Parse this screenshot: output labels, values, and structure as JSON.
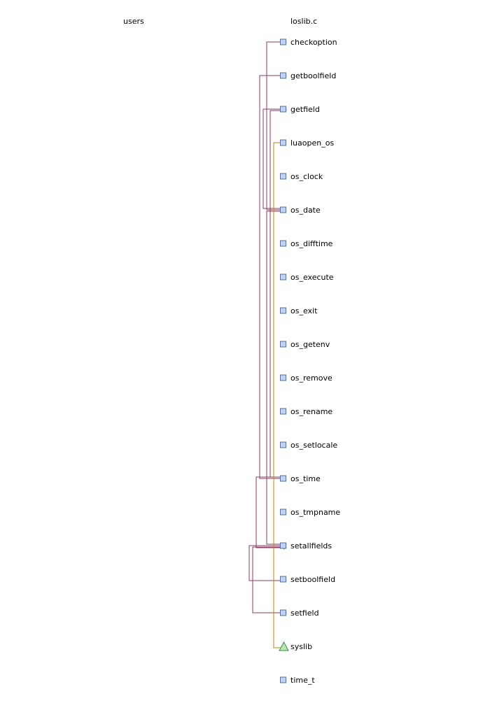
{
  "columns": {
    "users": "users",
    "file": "loslib.c"
  },
  "colors": {
    "call_edge": "#8b3a62",
    "ref_edge": "#b8860b",
    "function_fill": "#c4d2ee",
    "function_stroke": "#5570aa",
    "variable_fill": "#b5e6b5",
    "variable_stroke": "#3e8e3e"
  },
  "nodes": [
    {
      "id": "checkoption",
      "label": "checkoption",
      "kind": "function",
      "icon": "function-square-icon"
    },
    {
      "id": "getboolfield",
      "label": "getboolfield",
      "kind": "function",
      "icon": "function-square-icon"
    },
    {
      "id": "getfield",
      "label": "getfield",
      "kind": "function",
      "icon": "function-square-icon"
    },
    {
      "id": "luaopen_os",
      "label": "luaopen_os",
      "kind": "function",
      "icon": "function-square-icon"
    },
    {
      "id": "os_clock",
      "label": "os_clock",
      "kind": "function",
      "icon": "function-square-icon"
    },
    {
      "id": "os_date",
      "label": "os_date",
      "kind": "function",
      "icon": "function-square-icon"
    },
    {
      "id": "os_difftime",
      "label": "os_difftime",
      "kind": "function",
      "icon": "function-square-icon"
    },
    {
      "id": "os_execute",
      "label": "os_execute",
      "kind": "function",
      "icon": "function-square-icon"
    },
    {
      "id": "os_exit",
      "label": "os_exit",
      "kind": "function",
      "icon": "function-square-icon"
    },
    {
      "id": "os_getenv",
      "label": "os_getenv",
      "kind": "function",
      "icon": "function-square-icon"
    },
    {
      "id": "os_remove",
      "label": "os_remove",
      "kind": "function",
      "icon": "function-square-icon"
    },
    {
      "id": "os_rename",
      "label": "os_rename",
      "kind": "function",
      "icon": "function-square-icon"
    },
    {
      "id": "os_setlocale",
      "label": "os_setlocale",
      "kind": "function",
      "icon": "function-square-icon"
    },
    {
      "id": "os_time",
      "label": "os_time",
      "kind": "function",
      "icon": "function-square-icon"
    },
    {
      "id": "os_tmpname",
      "label": "os_tmpname",
      "kind": "function",
      "icon": "function-square-icon"
    },
    {
      "id": "setallfields",
      "label": "setallfields",
      "kind": "function",
      "icon": "function-square-icon"
    },
    {
      "id": "setboolfield",
      "label": "setboolfield",
      "kind": "function",
      "icon": "function-square-icon"
    },
    {
      "id": "setfield",
      "label": "setfield",
      "kind": "function",
      "icon": "function-square-icon"
    },
    {
      "id": "syslib",
      "label": "syslib",
      "kind": "variable",
      "icon": "variable-triangle-icon"
    },
    {
      "id": "time_t",
      "label": "time_t",
      "kind": "function",
      "icon": "function-square-icon"
    }
  ],
  "edges": [
    {
      "from": "os_date",
      "to": "checkoption",
      "type": "call"
    },
    {
      "from": "os_time",
      "to": "getboolfield",
      "type": "call"
    },
    {
      "from": "os_date",
      "to": "getfield",
      "type": "call"
    },
    {
      "from": "os_time",
      "to": "getfield",
      "type": "call"
    },
    {
      "from": "os_date",
      "to": "setallfields",
      "type": "call"
    },
    {
      "from": "os_time",
      "to": "setallfields",
      "type": "call"
    },
    {
      "from": "setallfields",
      "to": "setboolfield",
      "type": "call"
    },
    {
      "from": "setallfields",
      "to": "setfield",
      "type": "call"
    },
    {
      "from": "luaopen_os",
      "to": "syslib",
      "type": "ref"
    }
  ]
}
